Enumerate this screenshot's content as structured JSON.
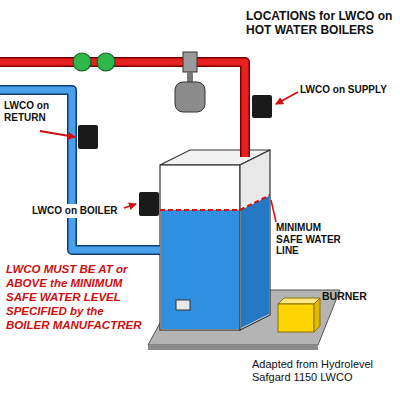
{
  "diagram": {
    "title": "LOCATIONS for LWCO on HOT WATER BOILERS",
    "labels": [
      "LWCO on SUPPLY",
      "LWCO on RETURN",
      "LWCO on BOILER",
      "MINIMUM SAFE WATER LINE",
      "LWCO MUST BE AT or ABOVE the MINIMUM SAFE WATER LEVEL SPECIFIED by the BOILER MANUFACTRER",
      "BURNER",
      "Adapted from Hydrolevel Safgard 1150 LWCO"
    ]
  }
}
